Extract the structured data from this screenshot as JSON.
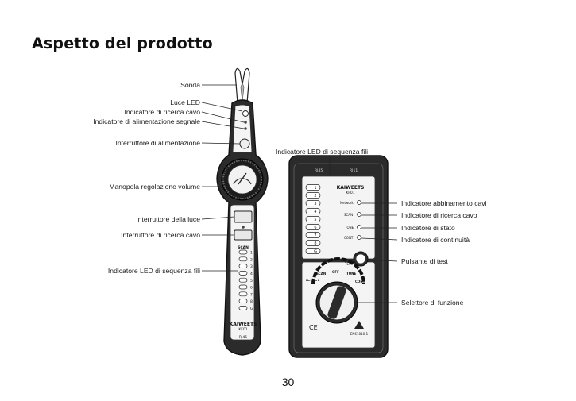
{
  "title": "Aspetto del prodotto",
  "page_number": "30",
  "left_labels": {
    "sonda": "Sonda",
    "luce_led": "Luce LED",
    "ricerca_cavo": "Indicatore di ricerca cavo",
    "alimentazione_segnale": "Indicatore di alimentazione segnale",
    "interruttore_alimentazione": "Interruttore di alimentazione",
    "manopola_volume": "Manopola regolazione volume",
    "interruttore_luce": "Interruttore della luce",
    "interruttore_ricerca": "Interruttore di ricerca cavo",
    "led_sequenza": "Indicatore LED di sequenza fili"
  },
  "right_labels": {
    "led_sequenza_top": "Indicatore LED di sequenza fili",
    "abbinamento": "Indicatore abbinamento cavi",
    "ricerca": "Indicatore di ricerca cavo",
    "stato": "Indicatore di stato",
    "continuita": "Indicatore di continuità",
    "pulsante_test": "Pulsante di test",
    "selettore": "Selettore di funzione"
  },
  "probe": {
    "brand": "KAIWEETS",
    "model": "KF01",
    "port": "RJ45",
    "scan_label": "SCAN",
    "led_numbers": [
      "1",
      "2",
      "3",
      "4",
      "5",
      "6",
      "7",
      "8",
      "G"
    ]
  },
  "base": {
    "port_left": "RJ45",
    "port_right": "RJ11",
    "brand": "KAIWEETS",
    "model": "KF01",
    "led_numbers": [
      "1",
      "2",
      "3",
      "4",
      "5",
      "6",
      "7",
      "8",
      "G"
    ],
    "network": "Network",
    "scan": "SCAN",
    "tone": "TONE",
    "cont": "CONT",
    "test": "TEST",
    "off": "OFF",
    "ce": "CE",
    "standard": "EN61010-1"
  }
}
